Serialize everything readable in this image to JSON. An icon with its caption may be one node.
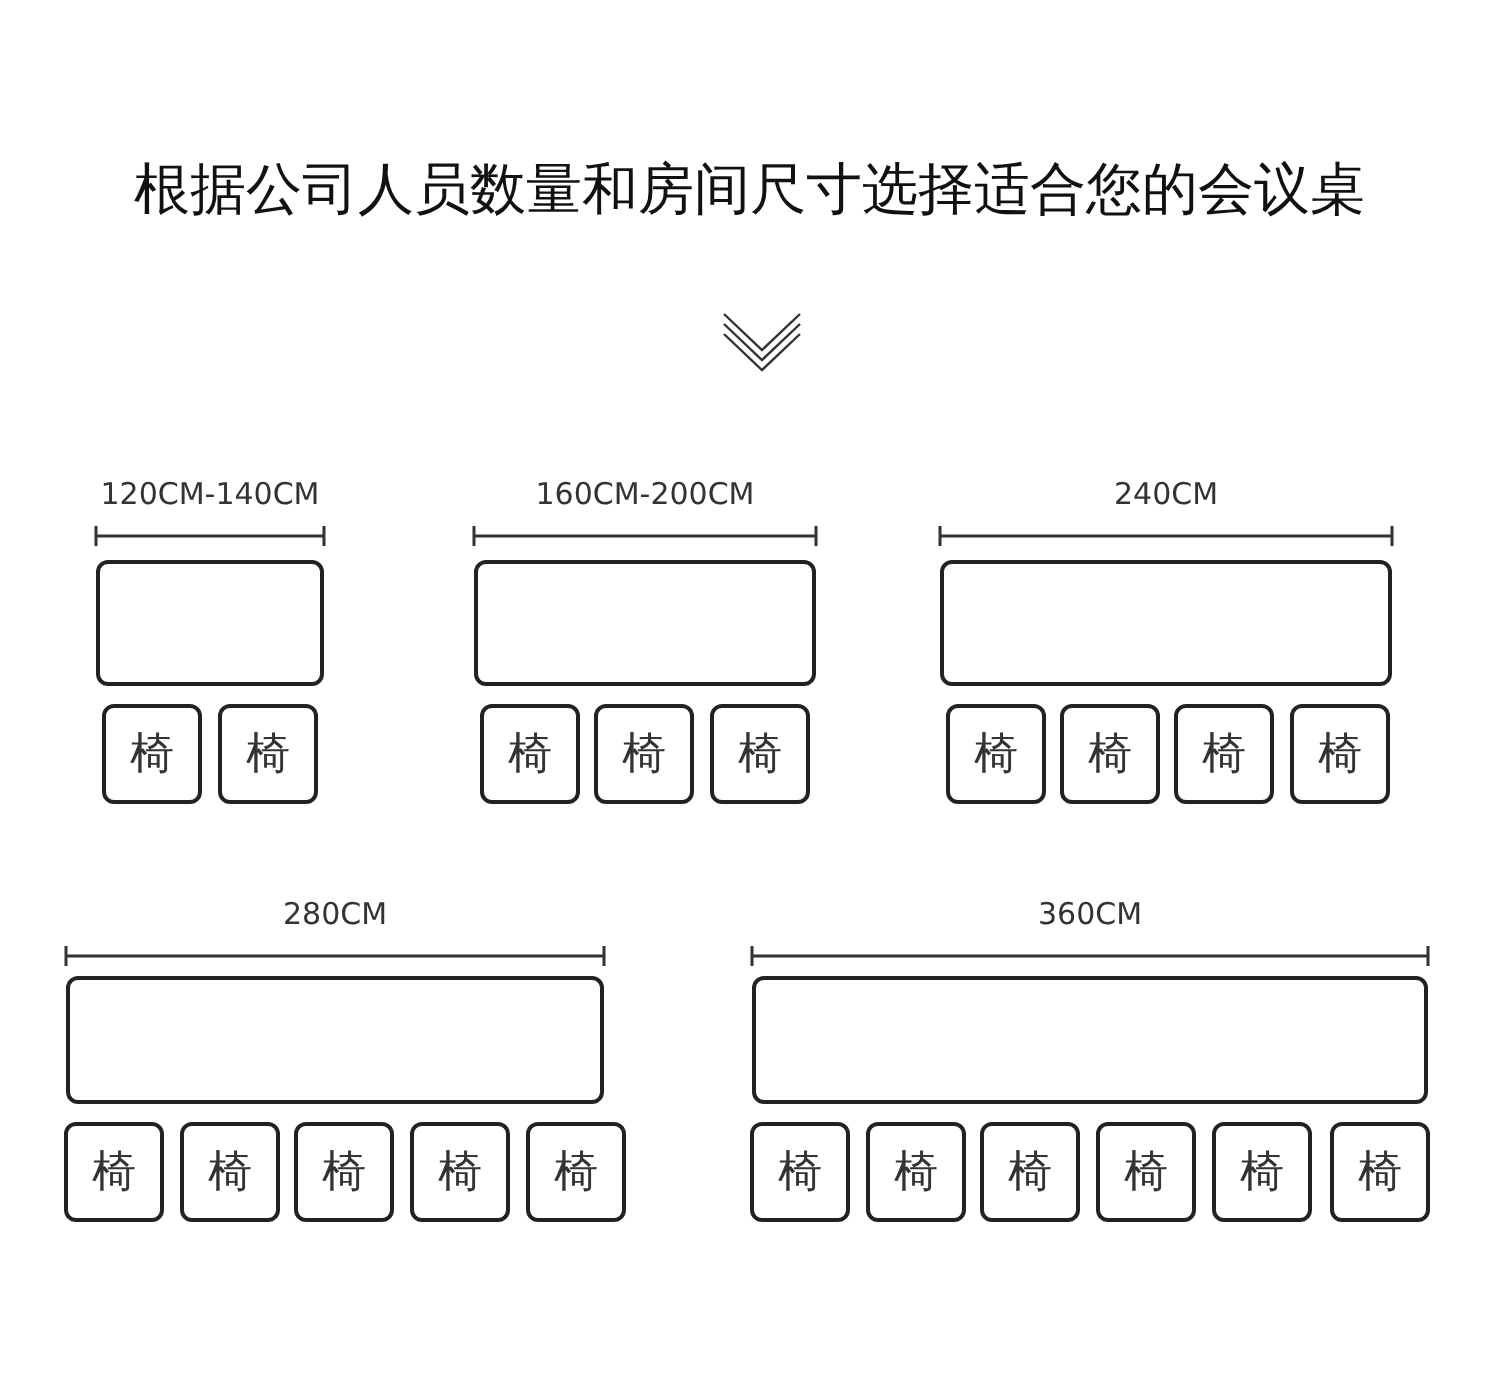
{
  "diagram": {
    "title": "根据公司人员数量和房间尺寸选择适合您的会议桌",
    "nodes": [
      {
        "text": [],
        "shape": "box"
      },
      {
        "text": [
          "椅"
        ]
      },
      {
        "text": [
          "椅"
        ]
      },
      {
        "text": [],
        "shape": "box"
      },
      {
        "text": [
          "椅"
        ]
      },
      {
        "text": [
          "椅"
        ]
      },
      {
        "text": [
          "椅"
        ]
      },
      {
        "text": [],
        "shape": "box"
      },
      {
        "text": [
          "椅"
        ]
      },
      {
        "text": [
          "椅"
        ]
      },
      {
        "text": [
          "椅"
        ]
      },
      {
        "text": [
          "椅"
        ]
      },
      {
        "text": [],
        "shape": "box"
      },
      {
        "text": [
          "椅"
        ]
      },
      {
        "text": [
          "椅"
        ]
      },
      {
        "text": [
          "椅"
        ]
      },
      {
        "text": [
          "椅"
        ]
      },
      {
        "text": [
          "椅"
        ]
      },
      {
        "text": [],
        "shape": "box"
      },
      {
        "text": [
          "椅"
        ]
      },
      {
        "text": [
          "椅"
        ]
      },
      {
        "text": [
          "椅"
        ]
      },
      {
        "text": [
          "椅"
        ]
      },
      {
        "text": [
          "椅"
        ]
      },
      {
        "text": [
          "椅"
        ]
      }
    ],
    "labels": [
      "120CM-140CM",
      "160CM-200CM",
      "240CM",
      "280CM",
      "360CM"
    ]
  }
}
